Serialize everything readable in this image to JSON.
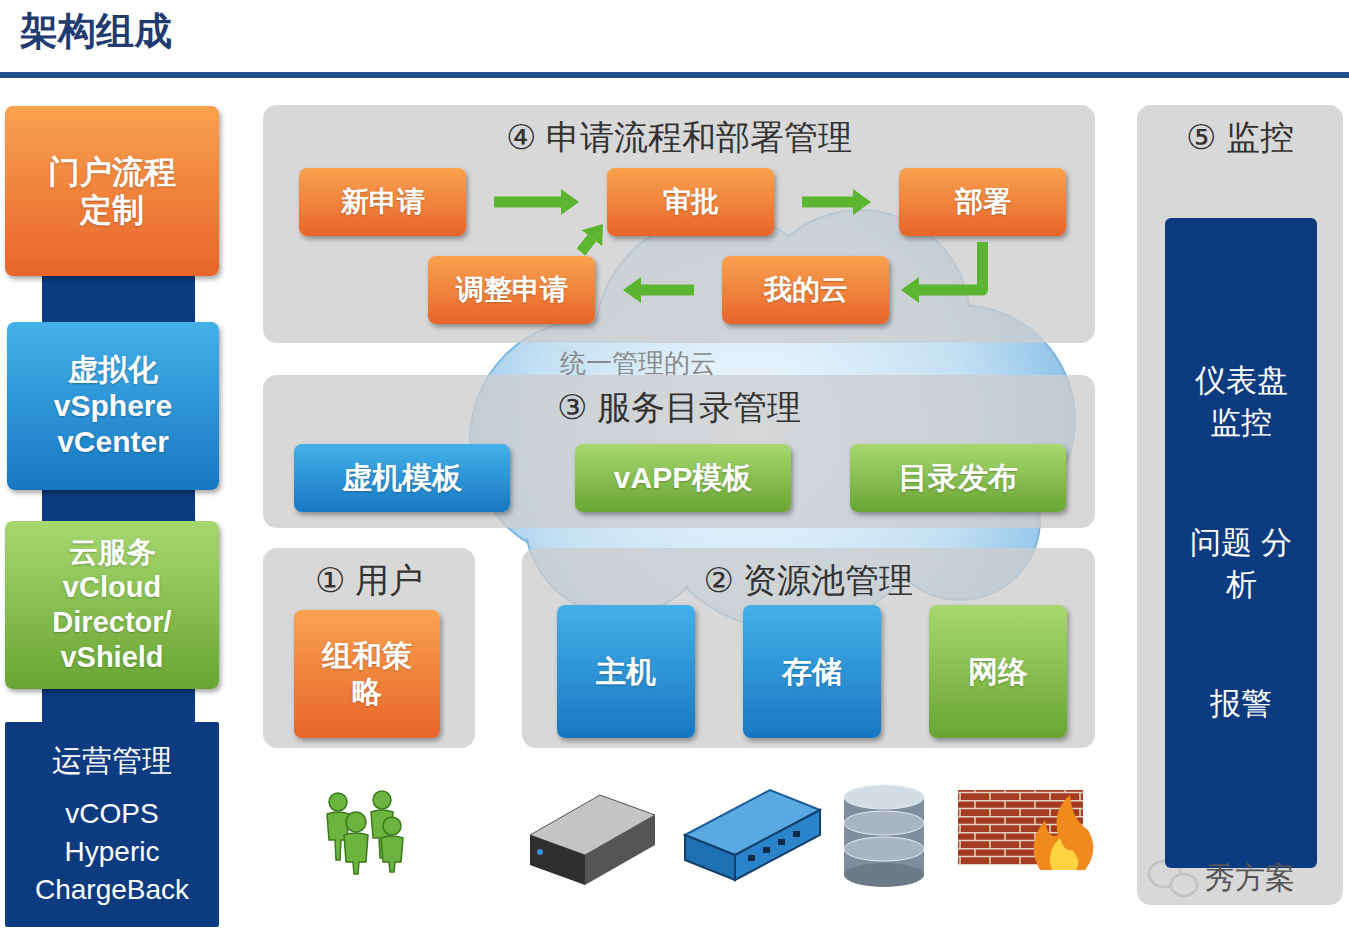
{
  "diagram": {
    "title": "架构组成",
    "nodes": [
      {
        "text": [
          "门户流程定制"
        ]
      },
      {
        "text": [
          "虚拟化 vSphere vCenter"
        ]
      },
      {
        "text": [
          "云服务 vCloud Director/ vShield"
        ]
      },
      {
        "text": [
          "运营管理",
          "vCOPS Hyperic ChargeBack"
        ]
      },
      {
        "text": [
          "④ 申请流程和部署管理"
        ]
      },
      {
        "text": [
          "新申请"
        ],
        "in": 4
      },
      {
        "text": [
          "审批"
        ],
        "in": 4
      },
      {
        "text": [
          "部署"
        ],
        "in": 4
      },
      {
        "text": [
          "调整申请"
        ],
        "in": 4
      },
      {
        "text": [
          "我的云"
        ],
        "in": 4
      },
      {
        "text": [
          "⑤ 监控"
        ]
      },
      {
        "text": [
          "仪表盘 监控",
          "问题 分析",
          "报警"
        ],
        "in": 10
      },
      {
        "text": [
          "③ 服务目录管理"
        ]
      },
      {
        "text": [
          "虚机模板"
        ],
        "in": 12
      },
      {
        "text": [
          "vAPP模板"
        ],
        "in": 12
      },
      {
        "text": [
          "目录发布"
        ],
        "in": 12
      },
      {
        "text": [
          "① 用户"
        ]
      },
      {
        "text": [
          "组和策略"
        ],
        "in": 16
      },
      {
        "text": [
          "② 资源池管理"
        ]
      },
      {
        "text": [
          "主机"
        ],
        "in": 18
      },
      {
        "text": [
          "存储"
        ],
        "in": 18
      },
      {
        "text": [
          "网络"
        ],
        "in": 18
      }
    ],
    "edges": [
      {
        "from": 5,
        "to": 6,
        "arrow": "to"
      },
      {
        "from": 6,
        "to": 7,
        "arrow": "to"
      },
      {
        "from": 7,
        "to": 9,
        "arrow": "to"
      },
      {
        "from": 9,
        "to": 8,
        "arrow": "to"
      },
      {
        "from": 8,
        "to": 6,
        "arrow": "to"
      }
    ],
    "labels": [
      "统一管理的云",
      "秀方案"
    ]
  }
}
